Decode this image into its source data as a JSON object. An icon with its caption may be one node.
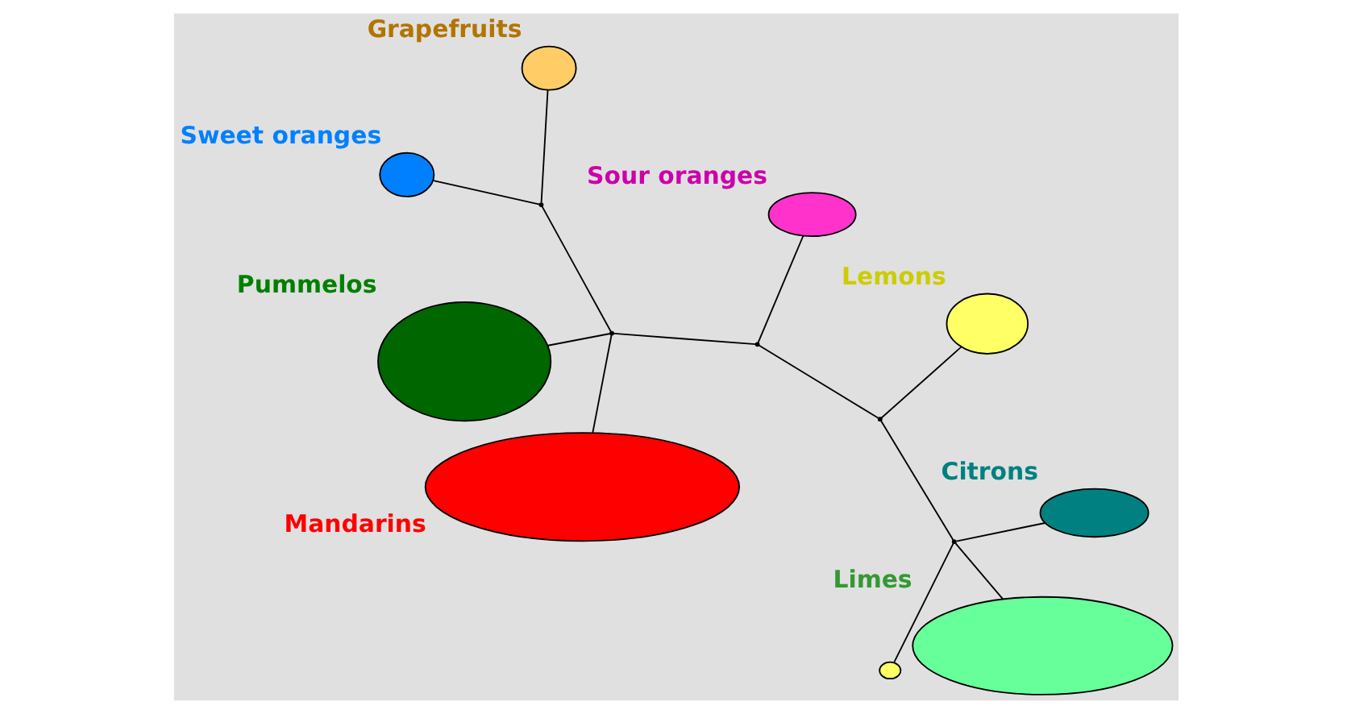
{
  "diagram": {
    "nodes": [
      {
        "text": [
          "Pummelos"
        ]
      },
      {
        "text": [
          "Limes"
        ]
      },
      {
        "text": [],
        "shape": "circle"
      },
      {
        "text": [
          "Grapefruits"
        ]
      },
      {
        "text": [
          "Citrons"
        ]
      },
      {
        "text": [
          "Lemons"
        ]
      },
      {
        "text": [
          "Sweet oranges"
        ]
      },
      {
        "text": [
          "Sour oranges"
        ]
      },
      {
        "text": [
          "Mandarins"
        ]
      },
      {
        "text": [],
        "shape": "point"
      },
      {
        "text": [],
        "shape": "point"
      },
      {
        "text": [],
        "shape": "point"
      },
      {
        "text": [],
        "shape": "point"
      },
      {
        "text": [],
        "shape": "point"
      }
    ],
    "edges": [
      {
        "from": 1,
        "to": 9,
        "arrow": "none"
      },
      {
        "from": 2,
        "to": 9,
        "arrow": "none"
      },
      {
        "from": 4,
        "to": 9,
        "arrow": "none"
      },
      {
        "from": 9,
        "to": 10,
        "arrow": "none"
      },
      {
        "from": 5,
        "to": 10,
        "arrow": "none"
      },
      {
        "from": 10,
        "to": 11,
        "arrow": "none"
      },
      {
        "from": 7,
        "to": 11,
        "arrow": "none"
      },
      {
        "from": 11,
        "to": 12,
        "arrow": "none"
      },
      {
        "from": 0,
        "to": 12,
        "arrow": "none"
      },
      {
        "from": 8,
        "to": 12,
        "arrow": "none"
      },
      {
        "from": 12,
        "to": 13,
        "arrow": "none"
      },
      {
        "from": 3,
        "to": 13,
        "arrow": "none"
      },
      {
        "from": 6,
        "to": 13,
        "arrow": "none"
      }
    ]
  }
}
